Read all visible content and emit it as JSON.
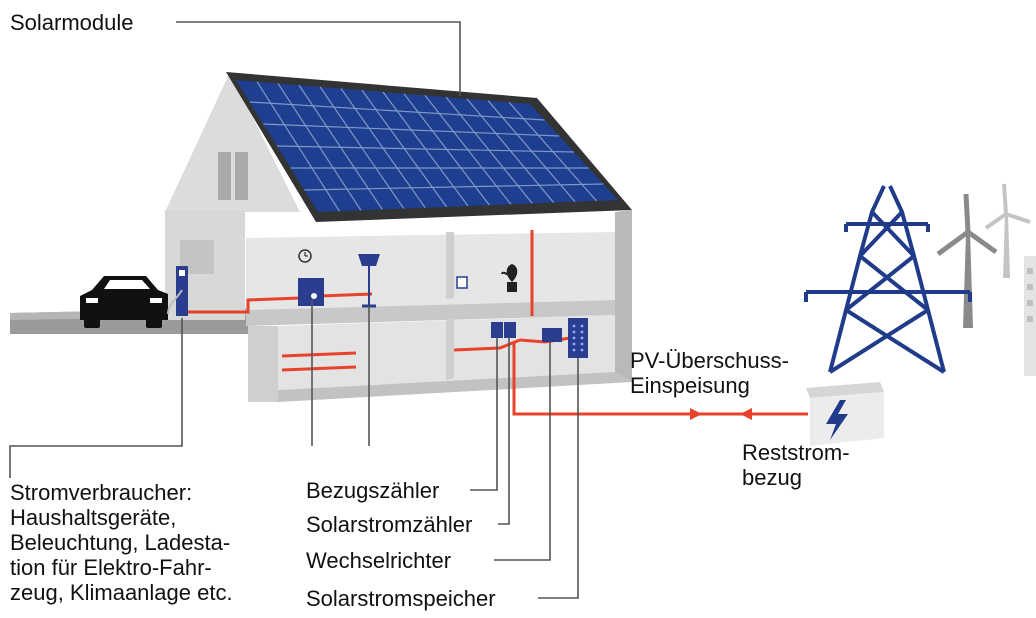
{
  "labels": {
    "solarmodule": "Solarmodule",
    "consumers": [
      "Stromverbraucher:",
      "Haushaltsgeräte,",
      "Beleuchtung, Ladesta-",
      "tion für Elektro-Fahr-",
      "zeug, Klimaanlage etc."
    ],
    "bezugszaehler": "Bezugszähler",
    "solarstromzaehler": "Solarstromzähler",
    "wechselrichter": "Wechselrichter",
    "solarstromspeicher": "Solarstromspeicher",
    "einspeisung": [
      "PV-Überschuss-",
      "Einspeisung"
    ],
    "reststrombezug": [
      "Reststrom-",
      "bezug"
    ]
  },
  "colors": {
    "panel": "#1e3f8f",
    "panel_grid": "#7f97c9",
    "roof": "#333333",
    "wall_light": "#e3e3e3",
    "wall_mid": "#cfcfcf",
    "wall_dark": "#b9b9b9",
    "cable": "#e8432a",
    "tower": "#1f3b8a",
    "device": "#2a3d8f",
    "line": "#555555",
    "ground": "#9a9a9a"
  },
  "icons": {
    "car": "car-icon",
    "charger": "charging-station-icon",
    "clock": "clock-icon",
    "lamp": "floor-lamp-icon",
    "plant": "plant-icon",
    "tower": "power-tower-icon",
    "turbine": "wind-turbine-icon",
    "lightning": "lightning-icon"
  }
}
